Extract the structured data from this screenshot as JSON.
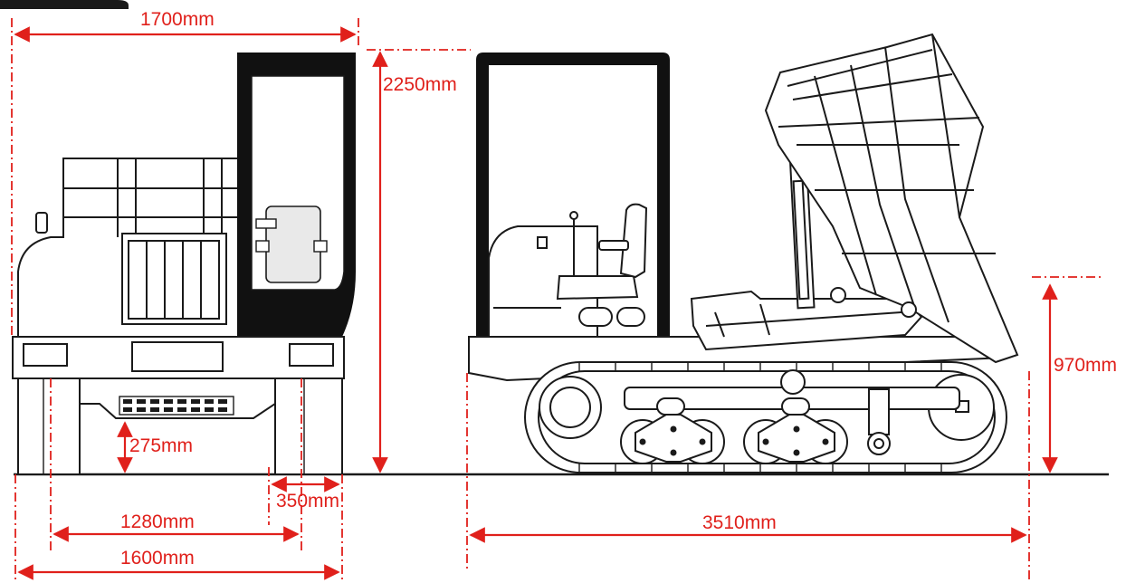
{
  "colors": {
    "dimension": "#e0201b",
    "outline": "#1a1a1a",
    "background": "#ffffff"
  },
  "dimensions": {
    "overall_width": "1700mm",
    "overall_height": "2250mm",
    "track_shoe_width": "350mm",
    "track_gauge": "1280mm",
    "track_outer_width": "1600mm",
    "ground_clearance": "275mm",
    "overall_length": "3510mm",
    "dump_height": "970mm"
  }
}
